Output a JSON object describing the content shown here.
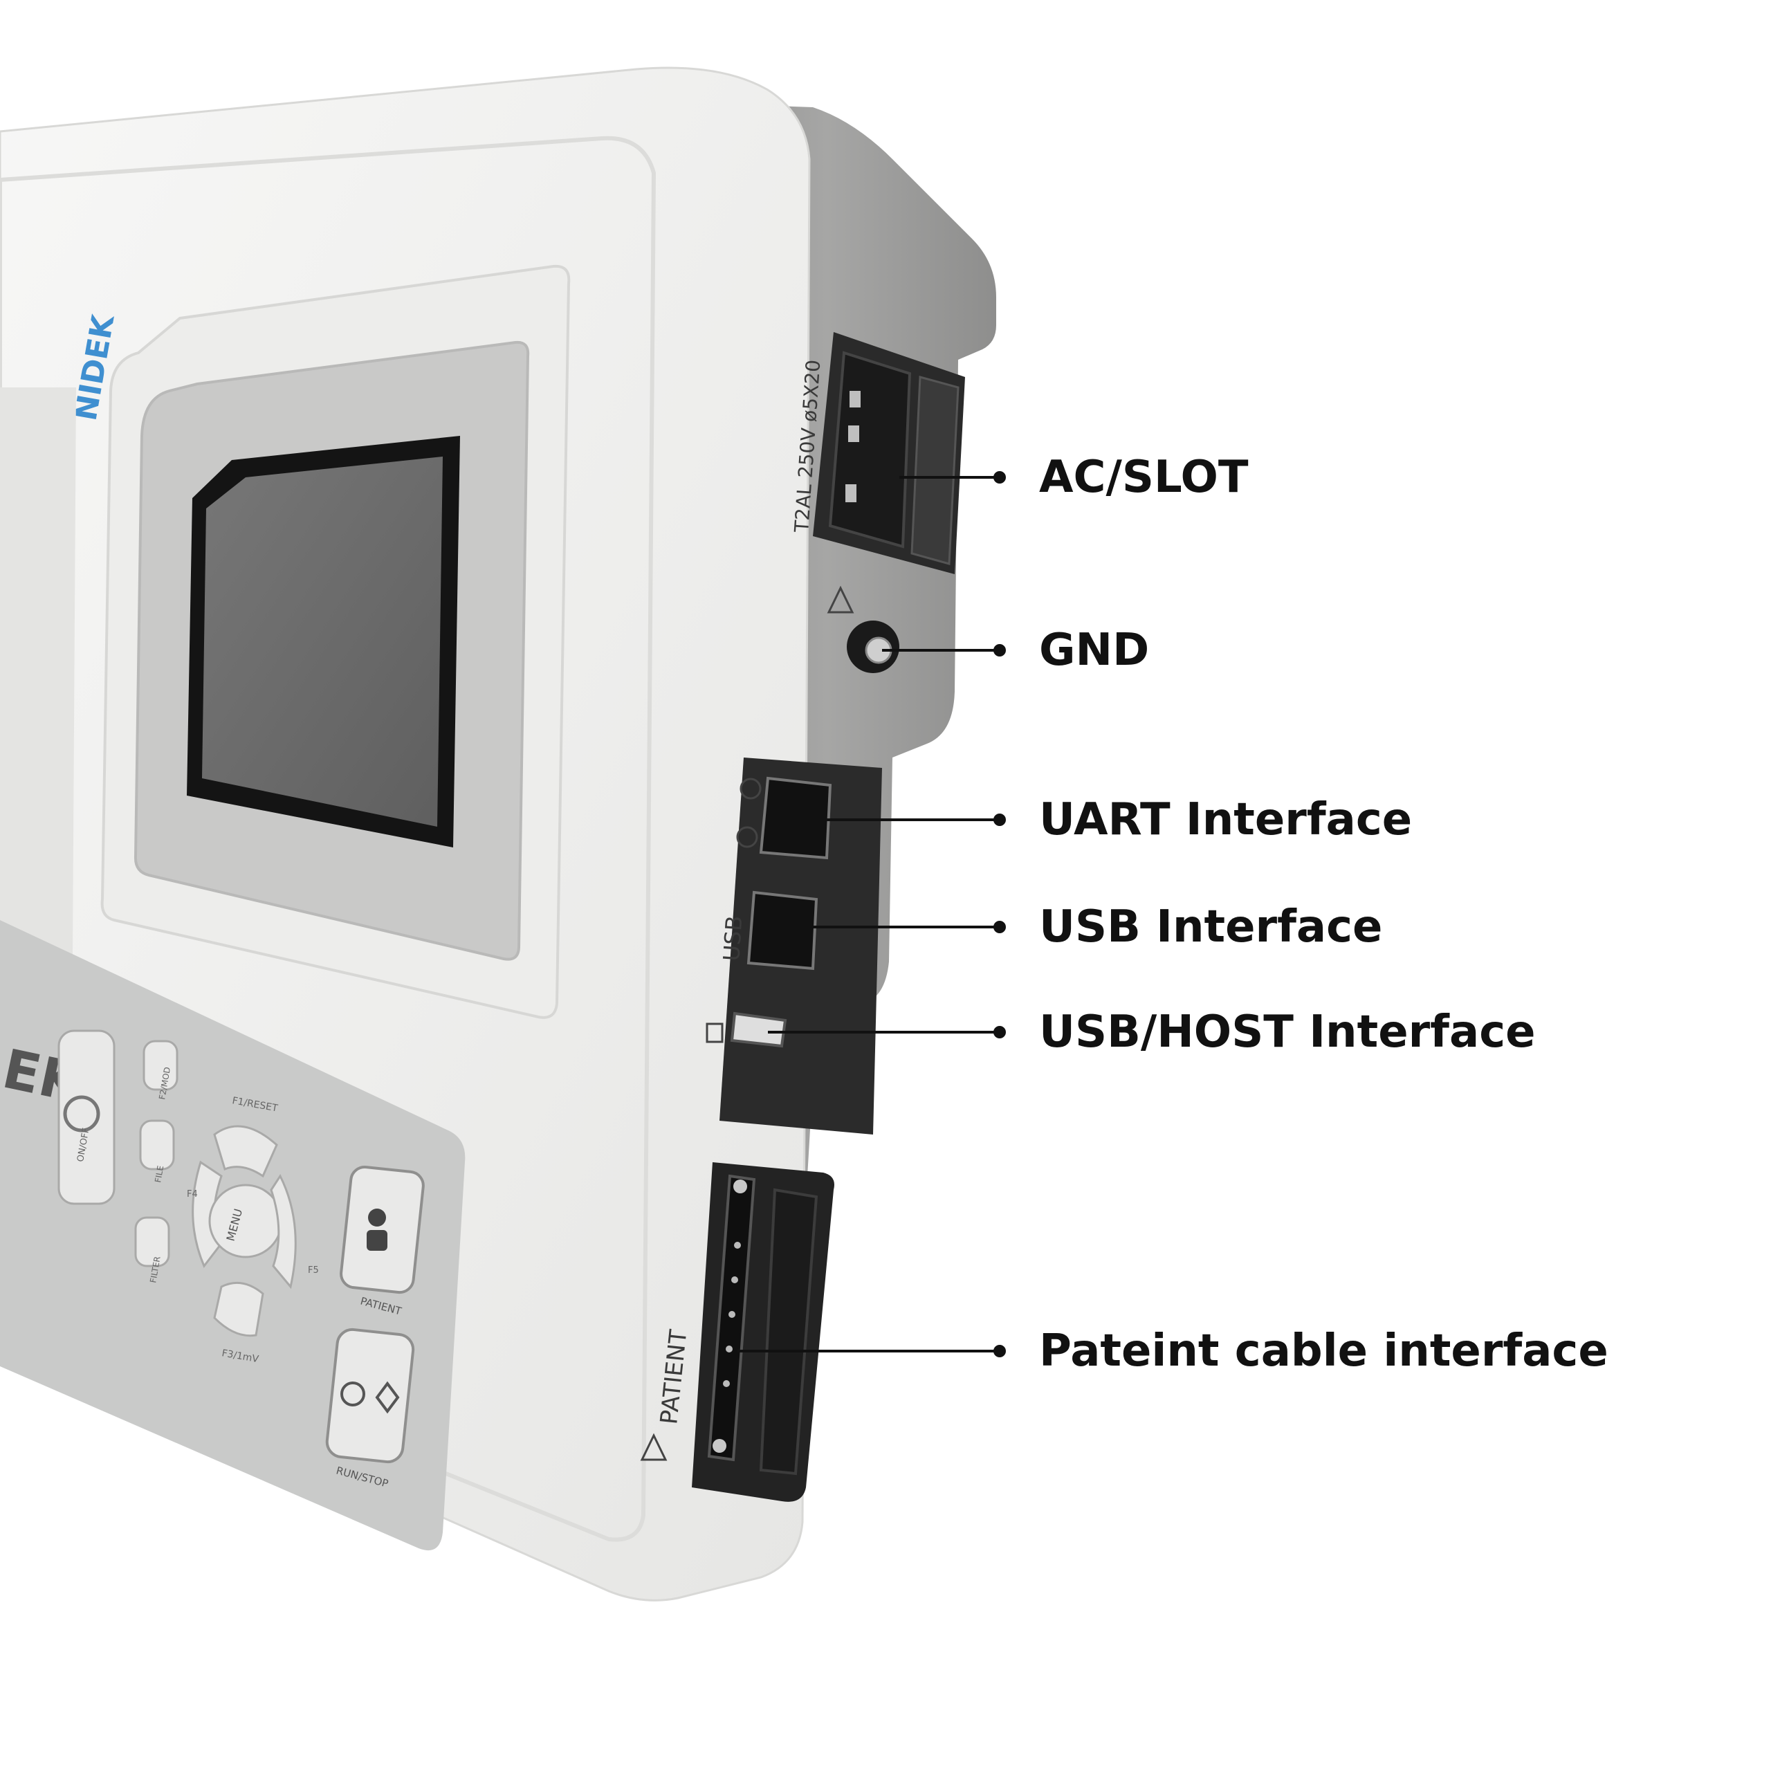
{
  "brand": {
    "logo_text": "NIDEK",
    "panel_logo_text": "EK"
  },
  "keys": {
    "f1": "F1/RESET",
    "f2": "F2/MOD",
    "file": "FILE",
    "power": "ON/OFF",
    "menu": "MENU",
    "f4": "F4",
    "f5": "F5",
    "f3": "F3/1mV",
    "filter": "FILTER",
    "patient": "PATIENT",
    "run_stop": "RUN/STOP"
  },
  "port_markings": {
    "fuse_rating": "T2AL 250V ø5X20",
    "usb": "USB",
    "patient": "PATIENT"
  },
  "callouts": [
    {
      "id": "ac-slot",
      "label": "AC/SLOT"
    },
    {
      "id": "gnd",
      "label": "GND"
    },
    {
      "id": "uart",
      "label": "UART Interface"
    },
    {
      "id": "usb",
      "label": "USB Interface"
    },
    {
      "id": "usb-host",
      "label": "USB/HOST Interface"
    },
    {
      "id": "patient-cable",
      "label": "Pateint cable interface"
    }
  ],
  "colors": {
    "housing": "#f3f3f1",
    "side_panel": "#9c9c9b",
    "keypad_panel": "#c9cac9",
    "screen": "#6b6b6b",
    "label_text": "#111111"
  }
}
